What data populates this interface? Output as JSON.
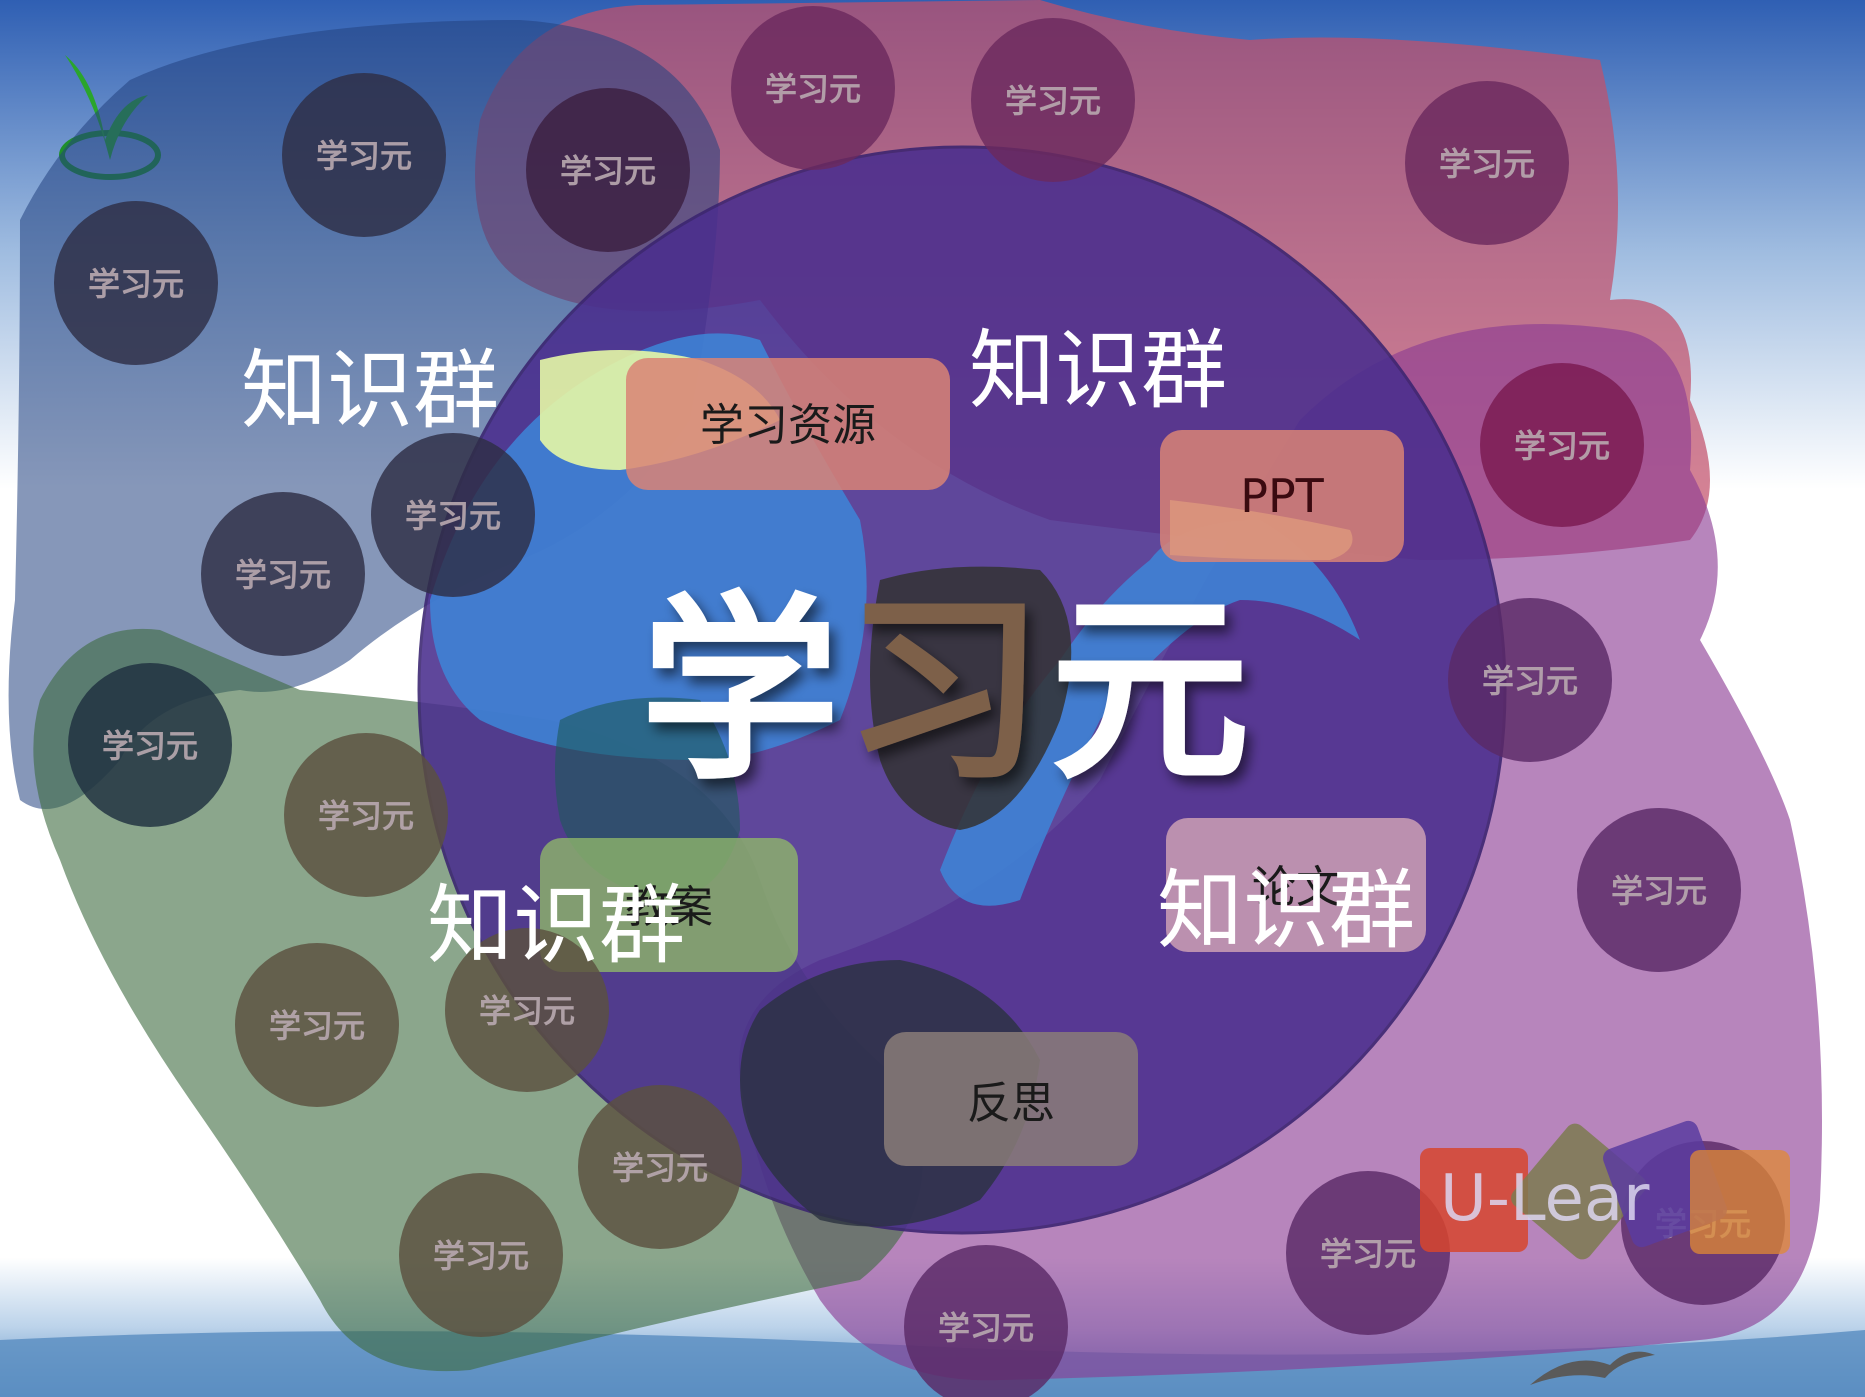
{
  "colors": {
    "sky_top": "#3a66b8",
    "sky_bottom": "#ffffff",
    "sea": "#5b8fc4",
    "blue_blob": "#3d5f9a",
    "pink_blob": "#c4566a",
    "purple_blob": "#8e4a9a",
    "green_blob": "#4f7a56",
    "central_circle": "#4a2f8f",
    "blue_petal": "#3a7fd0",
    "dark_drop": "#333333"
  },
  "center": {
    "title_chars": [
      "学",
      "习",
      "元"
    ]
  },
  "cluster_labels": {
    "top_left": "知识群",
    "top_right": "知识群",
    "bottom_left": "知识群",
    "bottom_right": "知识群"
  },
  "resources": {
    "learning_resources": "学习资源",
    "ppt": "PPT",
    "lesson_plan": "教案",
    "paper": "论文",
    "reflection": "反思"
  },
  "unit_label": "学习元",
  "logo": {
    "badge_text": "U-Lear"
  }
}
